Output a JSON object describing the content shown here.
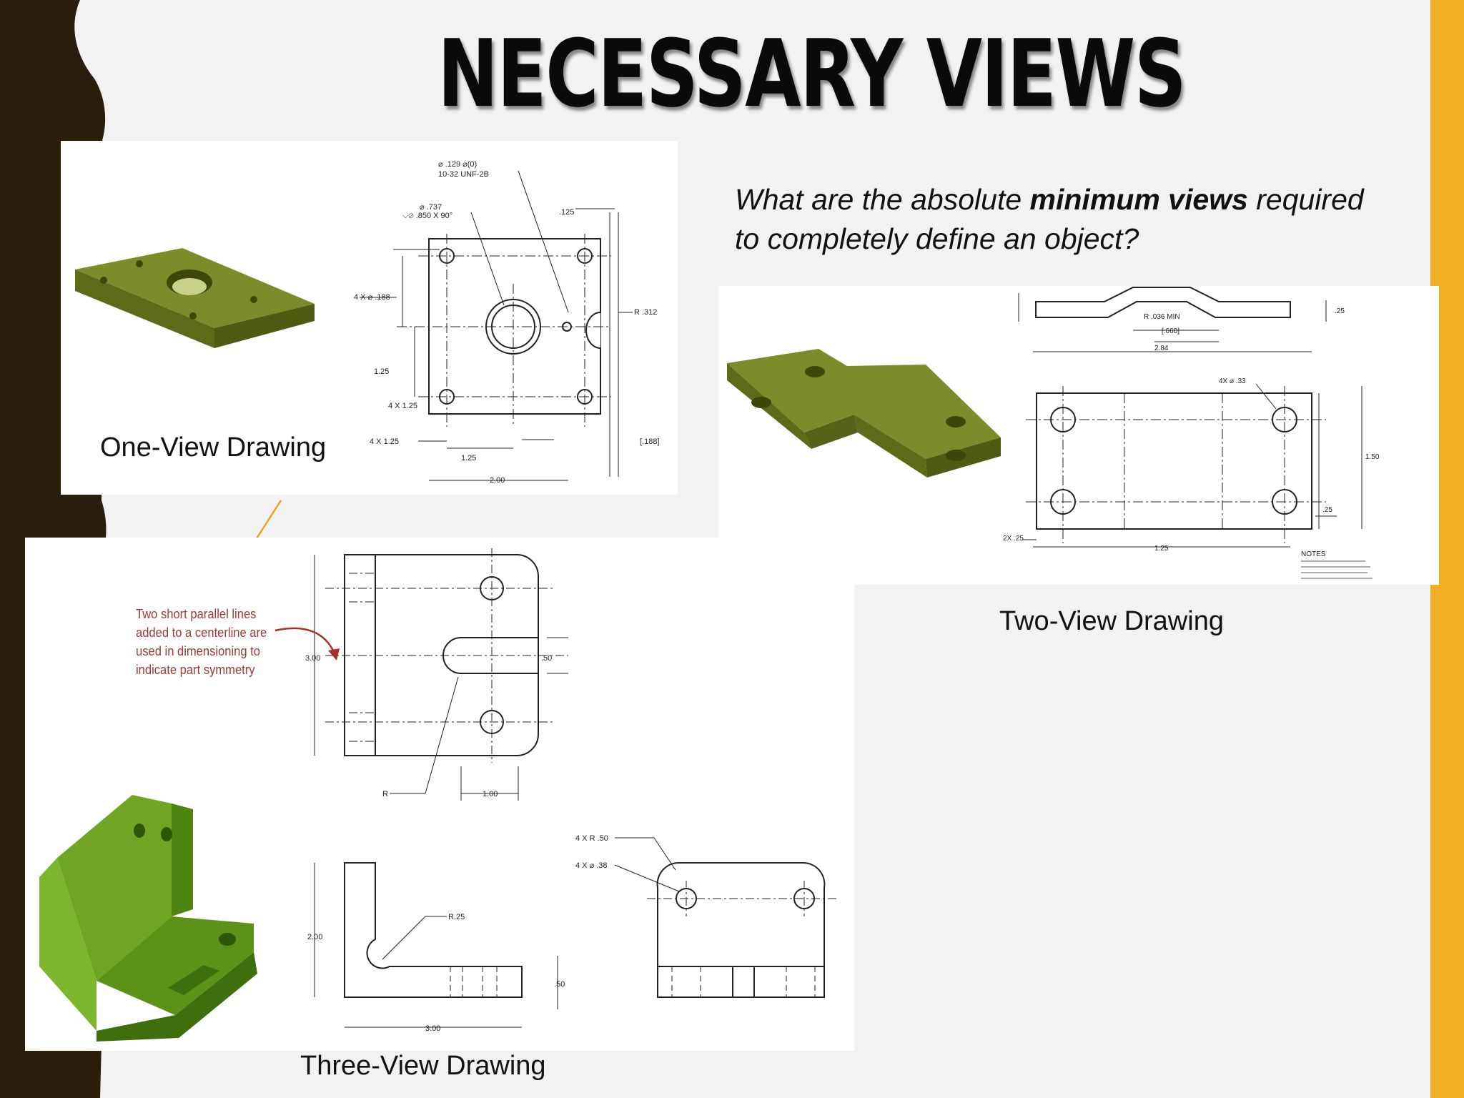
{
  "slide": {
    "title": "NECESSARY VIEWS",
    "question_part1": "What are the absolute ",
    "question_emphasis": "minimum views",
    "question_part2": " required to completely define an object?"
  },
  "one_view": {
    "caption": "One-View Drawing",
    "dim_labels": [
      "⌀ .129 ⌀(0)",
      "10-32 UNF-2B",
      "⌀ .737",
      "⌵⌀ .850 X 90°",
      ".125",
      "4 X ⌀ .188",
      "R .312",
      "1.25",
      "4 X 1.25",
      "4 X 1.25",
      "1.25",
      "2.00",
      "[.188]"
    ]
  },
  "two_view": {
    "caption": "Two-View Drawing",
    "dim_labels": [
      "R .036 MIN",
      "[.660]",
      "2.84",
      ".25",
      "4X ⌀ .33",
      "1.50",
      ".25",
      "1.25",
      "2X .25",
      "NOTES"
    ]
  },
  "three_view": {
    "caption": "Three-View Drawing",
    "note": "Two short parallel lines added to a centerline are used in dimensioning to indicate part symmetry",
    "dim_labels": [
      "3.00",
      ".50",
      "R",
      "1.00",
      "4 X R .50",
      "4 X ⌀ .38",
      "R.25",
      "2.00",
      ".50",
      "3.00"
    ]
  },
  "colors": {
    "background": "#f2f2f2",
    "left_band": "#2b1d0c",
    "right_bar": "#f2ae22",
    "model_olive": "#6b7a21",
    "model_green": "#6fa523",
    "callout_arrow": "#e8a41e",
    "note_text": "#9b3b38"
  }
}
